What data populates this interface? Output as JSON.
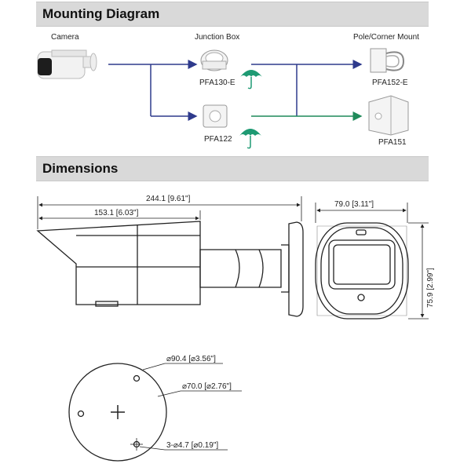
{
  "mounting": {
    "title": "Mounting Diagram",
    "camera_label": "Camera",
    "junction_label": "Junction Box",
    "pole_label": "Pole/Corner Mount",
    "jb1": "PFA130-E",
    "jb2": "PFA122",
    "mount1": "PFA152-E",
    "mount2": "PFA151",
    "colors": {
      "line_blue": "#2e3a8c",
      "line_green": "#1f8a5a",
      "umbrella": "#1e9a73"
    },
    "icons": [
      "umbrella-icon",
      "umbrella-icon"
    ]
  },
  "dimensions": {
    "title": "Dimensions",
    "length_total": "244.1 [9.61\"]",
    "length_body": "153.1 [6.03\"]",
    "width": "79.0 [3.11\"]",
    "height": "75.9 [2.99\"]",
    "base_outer": "⌀90.4 [⌀3.56\"]",
    "base_hole_circle": "⌀70.0 [⌀2.76\"]",
    "base_holes": "3-⌀4.7 [⌀0.19\"]"
  }
}
